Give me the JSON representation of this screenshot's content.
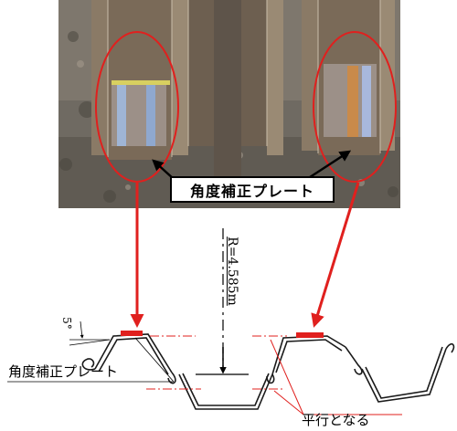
{
  "figure": {
    "photo_label": "角度補正プレート",
    "radius_label": "R=4.585m",
    "angle_label": "5°",
    "plate_label": "角度補正プレート",
    "parallel_label": "平行となる"
  },
  "colors": {
    "annotation_red": "#e0201e",
    "sheet_pile_outline": "#1a1a1a",
    "photo_soil": "#6f6a62"
  }
}
